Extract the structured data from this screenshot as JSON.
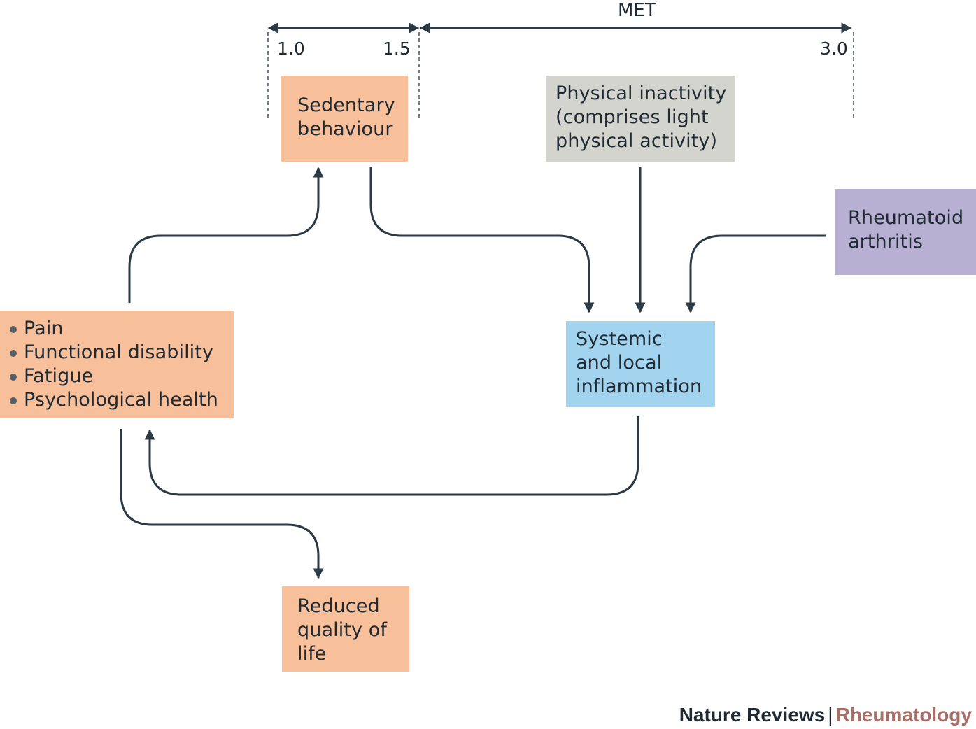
{
  "colors": {
    "orange_box": "#f7c09a",
    "grey_box": "#d4d4cf",
    "purple_box": "#b7b0d3",
    "blue_box": "#a2d3ef",
    "arrow": "#2b3a44",
    "subject_text": "#a86d66"
  },
  "scale": {
    "label": "MET",
    "ticks": [
      "1.0",
      "1.5",
      "3.0"
    ]
  },
  "boxes": {
    "sedentary": {
      "lines": [
        "Sedentary",
        "behaviour"
      ]
    },
    "inactivity": {
      "lines": [
        "Physical inactivity",
        "(comprises light",
        "physical activity)"
      ]
    },
    "ra": {
      "lines": [
        "Rheumatoid",
        "arthritis"
      ]
    },
    "symptoms": {
      "items": [
        "Pain",
        "Functional disability",
        "Fatigue",
        "Psychological health"
      ]
    },
    "inflammation": {
      "lines": [
        "Systemic",
        "and local",
        "inflammation"
      ]
    },
    "qol": {
      "lines": [
        "Reduced",
        "quality of",
        "life"
      ]
    }
  },
  "credit": {
    "journal": "Nature Reviews",
    "separator": "|",
    "subject": "Rheumatology"
  }
}
